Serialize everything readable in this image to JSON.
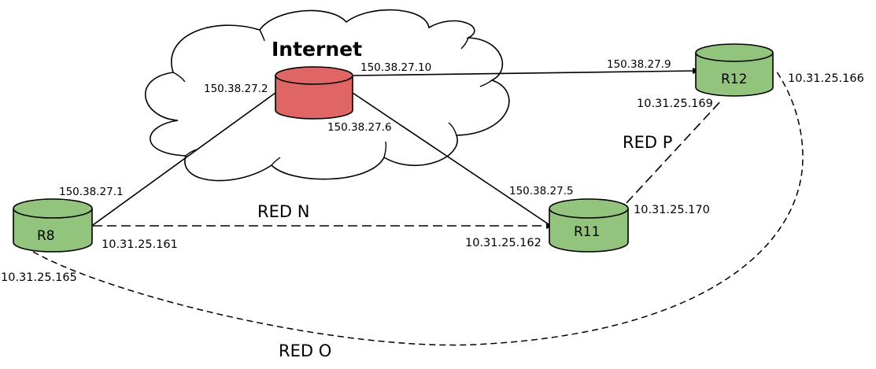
{
  "cloud": {
    "label": "Internet"
  },
  "nodes": {
    "internet_router": {
      "label": "",
      "color": "#e06666"
    },
    "r8": {
      "label": "R8",
      "color": "#93c47d"
    },
    "r11": {
      "label": "R11",
      "color": "#93c47d"
    },
    "r12": {
      "label": "R12",
      "color": "#93c47d"
    }
  },
  "links": {
    "inet_r12": {
      "ip_inet": "150.38.27.10",
      "ip_r12": "150.38.27.9"
    },
    "inet_r8": {
      "ip_inet": "150.38.27.2",
      "ip_r8": "150.38.27.1"
    },
    "inet_r11": {
      "ip_inet": "150.38.27.6",
      "ip_r11": "150.38.27.5"
    }
  },
  "networks": {
    "red_n": {
      "label": "RED N",
      "ip_r8": "10.31.25.161",
      "ip_r11": "10.31.25.162"
    },
    "red_p": {
      "label": "RED P",
      "ip_r12": "10.31.25.169",
      "ip_r11": "10.31.25.170"
    },
    "red_o": {
      "label": "RED O",
      "ip_r12": "10.31.25.166",
      "ip_r8": "10.31.25.165"
    }
  }
}
